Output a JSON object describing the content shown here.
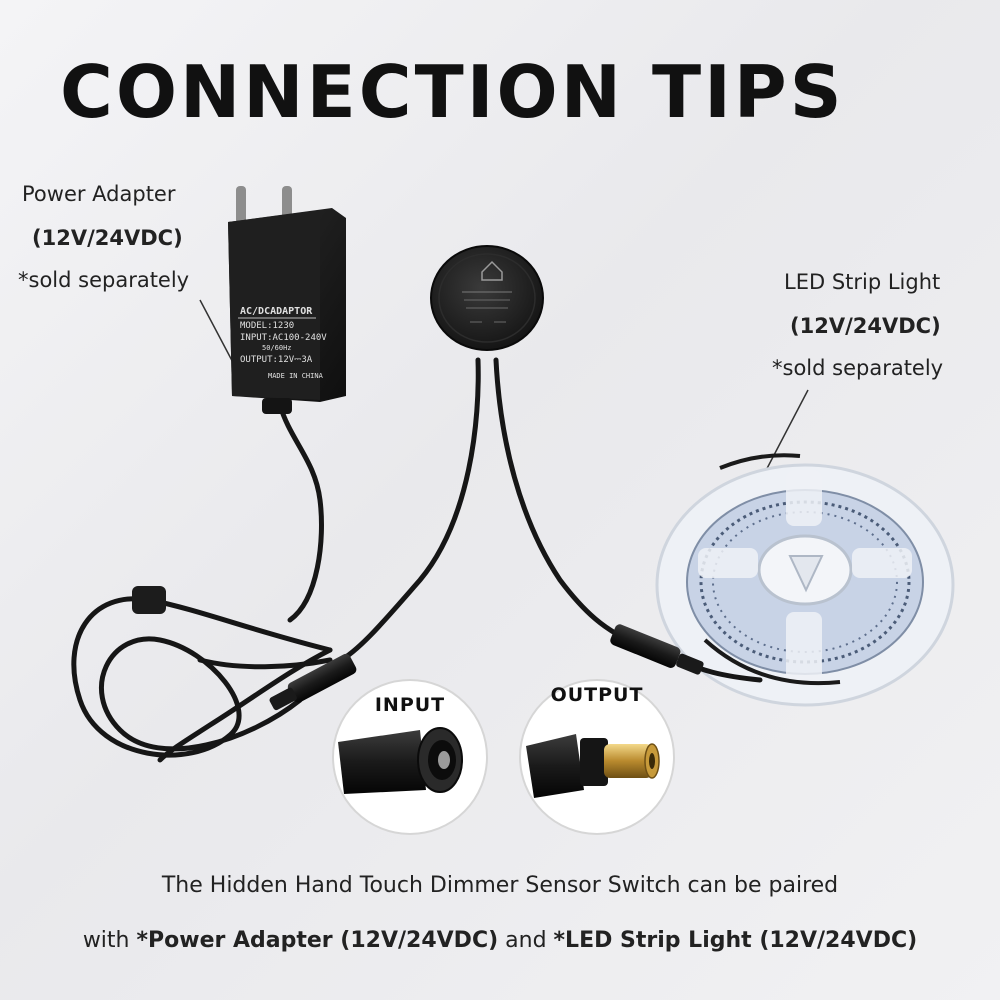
{
  "title": "CONNECTION TIPS",
  "adapter": {
    "name": "Power Adapter",
    "voltage": "(12V/24VDC)",
    "note": "*sold separately",
    "label_lines": [
      "AC/DCADAPTOR",
      "MODEL:1230",
      "INPUT:AC100-240V",
      "50/60Hz",
      "OUTPUT:12V⎓3A",
      "MADE IN CHINA"
    ]
  },
  "strip": {
    "name": "LED Strip Light",
    "voltage": "(12V/24VDC)",
    "note": "*sold separately"
  },
  "connectors": {
    "input_label": "INPUT",
    "output_label": "OUTPUT"
  },
  "caption": {
    "line1": "The Hidden Hand Touch Dimmer Sensor Switch can be paired",
    "line2_prefix": "with",
    "line2_adapter": "*Power Adapter (12V/24VDC)",
    "line2_and": "and",
    "line2_strip": "*LED Strip Light (12V/24VDC)"
  },
  "colors": {
    "cable": "#161616",
    "device": "#1b1b1b",
    "strip_light": "#dfe6f2"
  }
}
